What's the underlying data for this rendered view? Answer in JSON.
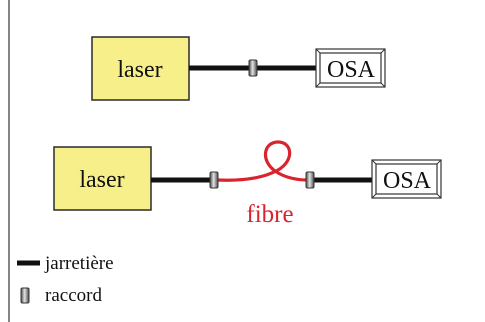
{
  "diagram": {
    "top": {
      "source_label": "laser",
      "analyzer_label": "OSA"
    },
    "bottom": {
      "source_label": "laser",
      "analyzer_label": "OSA",
      "fiber_label": "fibre"
    },
    "legend": {
      "patch_cord_label": "jarretière",
      "connector_label": "raccord"
    }
  },
  "colors": {
    "laser_fill": "#f7f08a",
    "laser_stroke": "#2a2a2a",
    "cable": "#111111",
    "fiber": "#d9232e",
    "connector_light": "#e0e0e0",
    "connector_dark": "#555555",
    "frame": "#333333"
  }
}
